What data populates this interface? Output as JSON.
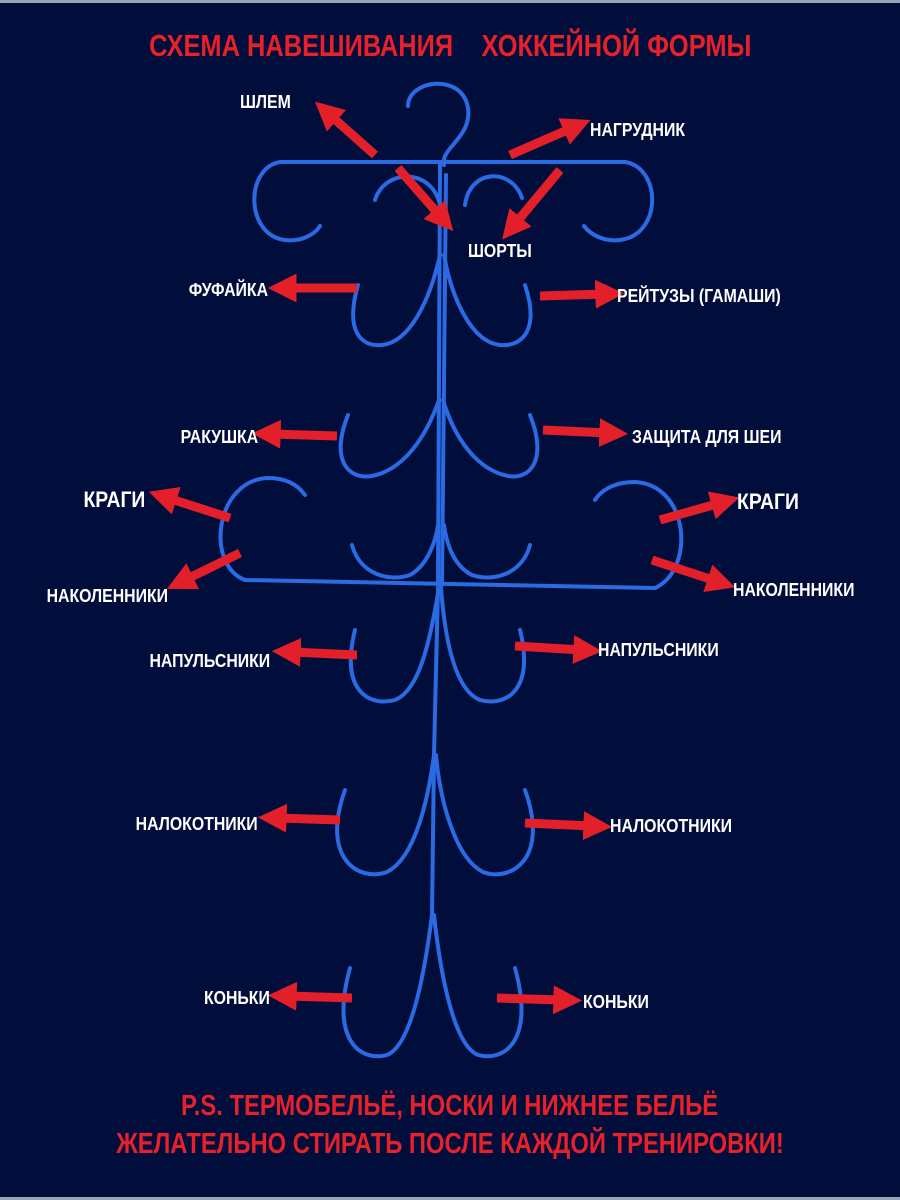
{
  "title": "СХЕМА НАВЕШИВАНИЯ    ХОККЕЙНОЙ ФОРМЫ",
  "labels": {
    "helmet": "ШЛЕМ",
    "chest": "НАГРУДНИК",
    "shorts": "ШОРТЫ",
    "jersey": "ФУФАЙКА",
    "socks": "РЕЙТУЗЫ (ГАМАШИ)",
    "cup": "РАКУШКА",
    "neck": "ЗАЩИТА ДЛЯ ШЕИ",
    "gloves_left": "КРАГИ",
    "gloves_right": "КРАГИ",
    "knees_left": "НАКОЛЕННИКИ",
    "knees_right": "НАКОЛЕННИКИ",
    "wrist_left": "НАПУЛЬСНИКИ",
    "wrist_right": "НАПУЛЬСНИКИ",
    "elbow_left": "НАЛОКОТНИКИ",
    "elbow_right": "НАЛОКОТНИКИ",
    "skates_left": "КОНЬКИ",
    "skates_right": "КОНЬКИ"
  },
  "footer": {
    "line1": "P.S. ТЕРМОБЕЛЬЁ, НОСКИ И НИЖНЕЕ БЕЛЬЁ",
    "line2": "ЖЕЛАТЕЛЬНО СТИРАТЬ ПОСЛЕ КАЖДОЙ ТРЕНИРОВКИ!"
  },
  "colors": {
    "background": "#010d3b",
    "hanger": "#2a6be4",
    "accent": "#e3202a"
  }
}
